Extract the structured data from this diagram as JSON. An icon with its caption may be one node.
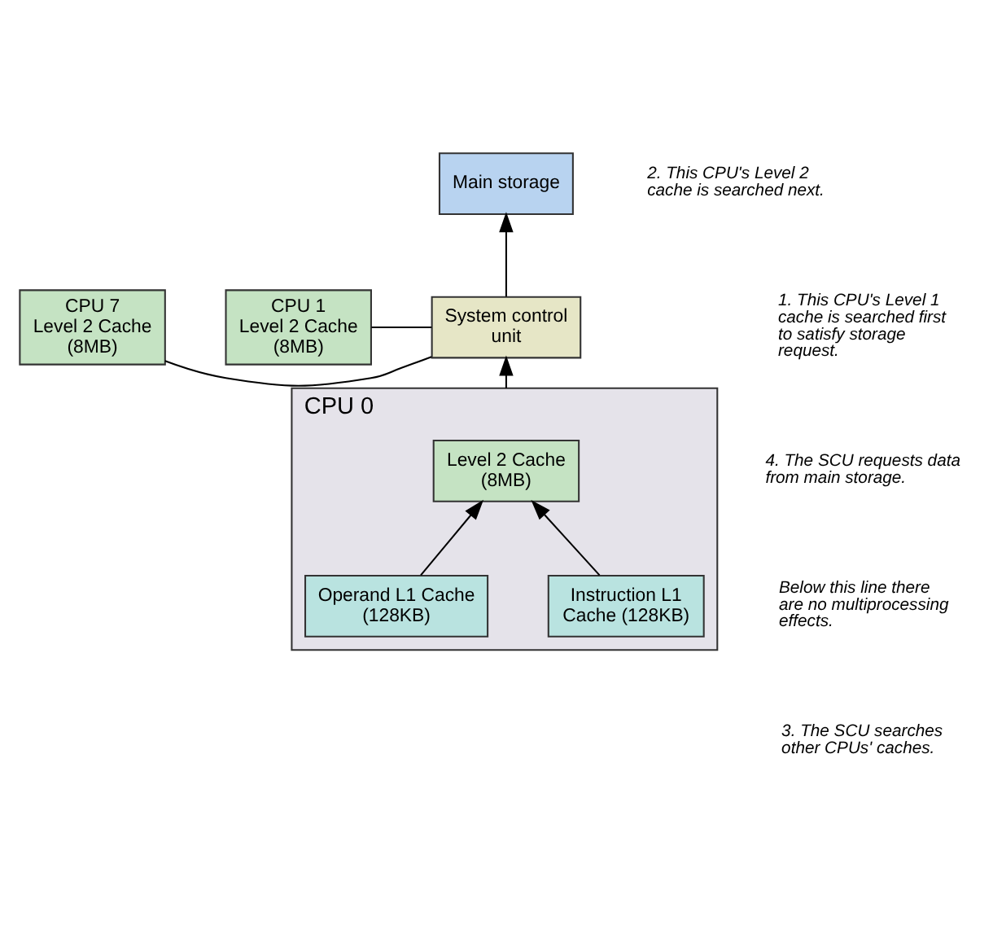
{
  "diagram": {
    "nodes": [
      {
        "text": [
          "Main storage"
        ]
      },
      {
        "text": [
          "CPU 7",
          "Level 2 Cache (8MB)"
        ]
      },
      {
        "text": [
          "CPU 1",
          "Level 2 Cache (8MB)"
        ]
      },
      {
        "text": [
          "System control unit"
        ]
      },
      {
        "text": [
          "CPU 0"
        ]
      },
      {
        "text": [
          "Level 2 Cache (8MB)"
        ],
        "in": 4
      },
      {
        "text": [
          "Instruction L1 Cache (128KB)"
        ],
        "in": 4
      },
      {
        "text": [
          "Operand L1 Cache (128KB)"
        ],
        "in": 4
      }
    ],
    "edges": [
      {
        "from": 3,
        "to": 0,
        "arrow": "to"
      },
      {
        "from": 1,
        "to": 3,
        "arrow": "none"
      },
      {
        "from": 2,
        "to": 3,
        "arrow": "none"
      },
      {
        "from": 4,
        "to": 3,
        "arrow": "to"
      },
      {
        "from": 6,
        "to": 5,
        "arrow": "to"
      },
      {
        "from": 7,
        "to": 5,
        "arrow": "to"
      }
    ],
    "labels": [
      "2. This CPU's Level 2 cache is searched next.",
      "1. This CPU's Level 1 cache is searched first to satisfy storage request.",
      "4. The SCU requests data from main storage.",
      "Below this line there are no multiprocessing effects.",
      "3. The SCU searches other CPUs' caches."
    ]
  }
}
